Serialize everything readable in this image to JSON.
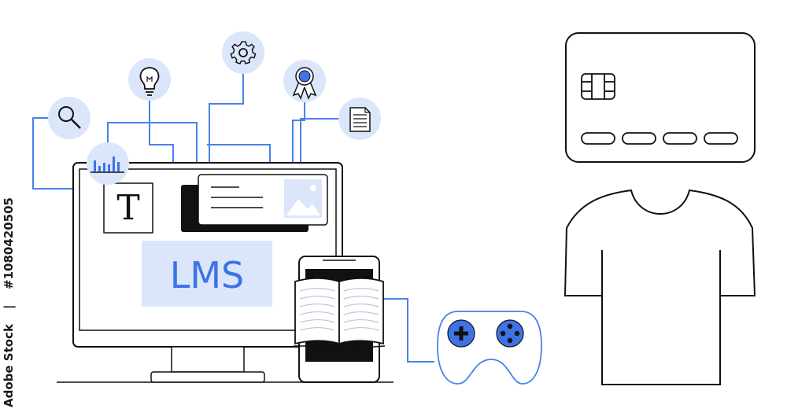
{
  "monitor": {
    "logo_text": "LMS",
    "text_tile": "T"
  },
  "credits": {
    "provider": "Adobe Stock",
    "separator": "|",
    "asset_id": "#1080420505"
  },
  "colors": {
    "accent": "#3d73e6",
    "soft_blue": "#dbe6fb",
    "line": "#111111"
  },
  "icons": [
    "magnifier-icon",
    "bar-chart-icon",
    "lightbulb-icon",
    "gear-icon",
    "ribbon-award-icon",
    "document-icon",
    "image-icon",
    "open-book-icon",
    "game-controller-icon",
    "credit-card-icon",
    "tshirt-icon"
  ]
}
